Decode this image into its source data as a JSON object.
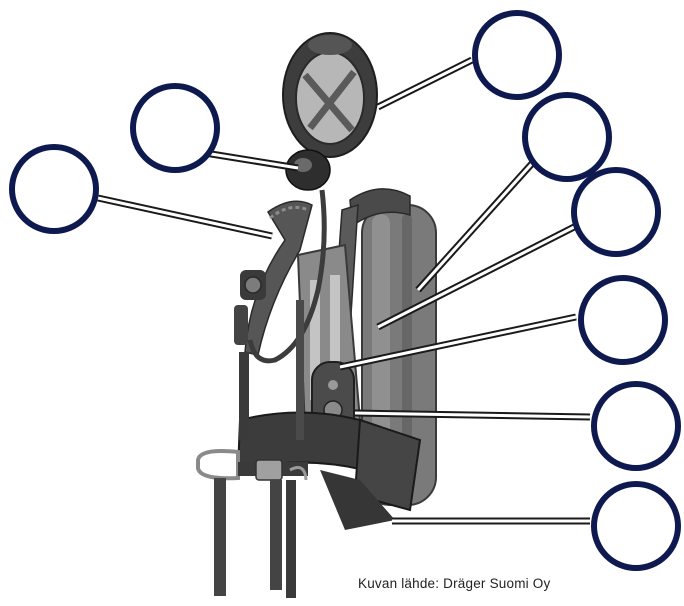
{
  "diagram": {
    "subject": "breathing-apparatus",
    "credit": "Kuvan lähde: Dräger Suomi Oy",
    "colors": {
      "circle_stroke": "#0e1a4f",
      "circle_fill": "#ffffff",
      "pointer_stroke": "#1a1a1a",
      "pointer_fill": "#ffffff",
      "equipment_dark": "#3a3a3a",
      "equipment_mid": "#6b6b6b",
      "equipment_light": "#a8a8a8"
    },
    "label_circles": [
      {
        "id": "face-mask",
        "answer": ""
      },
      {
        "id": "regulator",
        "answer": ""
      },
      {
        "id": "shoulder-strap",
        "answer": ""
      },
      {
        "id": "cylinder",
        "answer": ""
      },
      {
        "id": "cylinder-valve",
        "answer": ""
      },
      {
        "id": "pressure-hose",
        "answer": ""
      },
      {
        "id": "pressure-gauge",
        "answer": ""
      },
      {
        "id": "waist-belt",
        "answer": ""
      }
    ]
  }
}
